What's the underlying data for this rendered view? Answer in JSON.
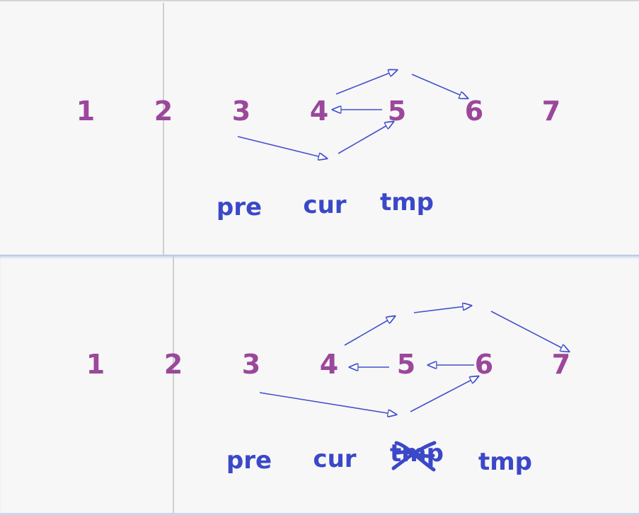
{
  "top": {
    "nodes": [
      "1",
      "2",
      "3",
      "4",
      "5",
      "6",
      "7"
    ],
    "pointers": {
      "pre": "pre",
      "cur": "cur",
      "tmp": "tmp"
    }
  },
  "bottom": {
    "nodes": [
      "1",
      "2",
      "3",
      "4",
      "5",
      "6",
      "7"
    ],
    "pointers": {
      "pre": "pre",
      "cur": "cur",
      "old_tmp": "tmp",
      "tmp": "tmp"
    }
  },
  "colors": {
    "node": "#9b479b",
    "pointer": "#3b48c8",
    "arrow": "#4250cc"
  }
}
